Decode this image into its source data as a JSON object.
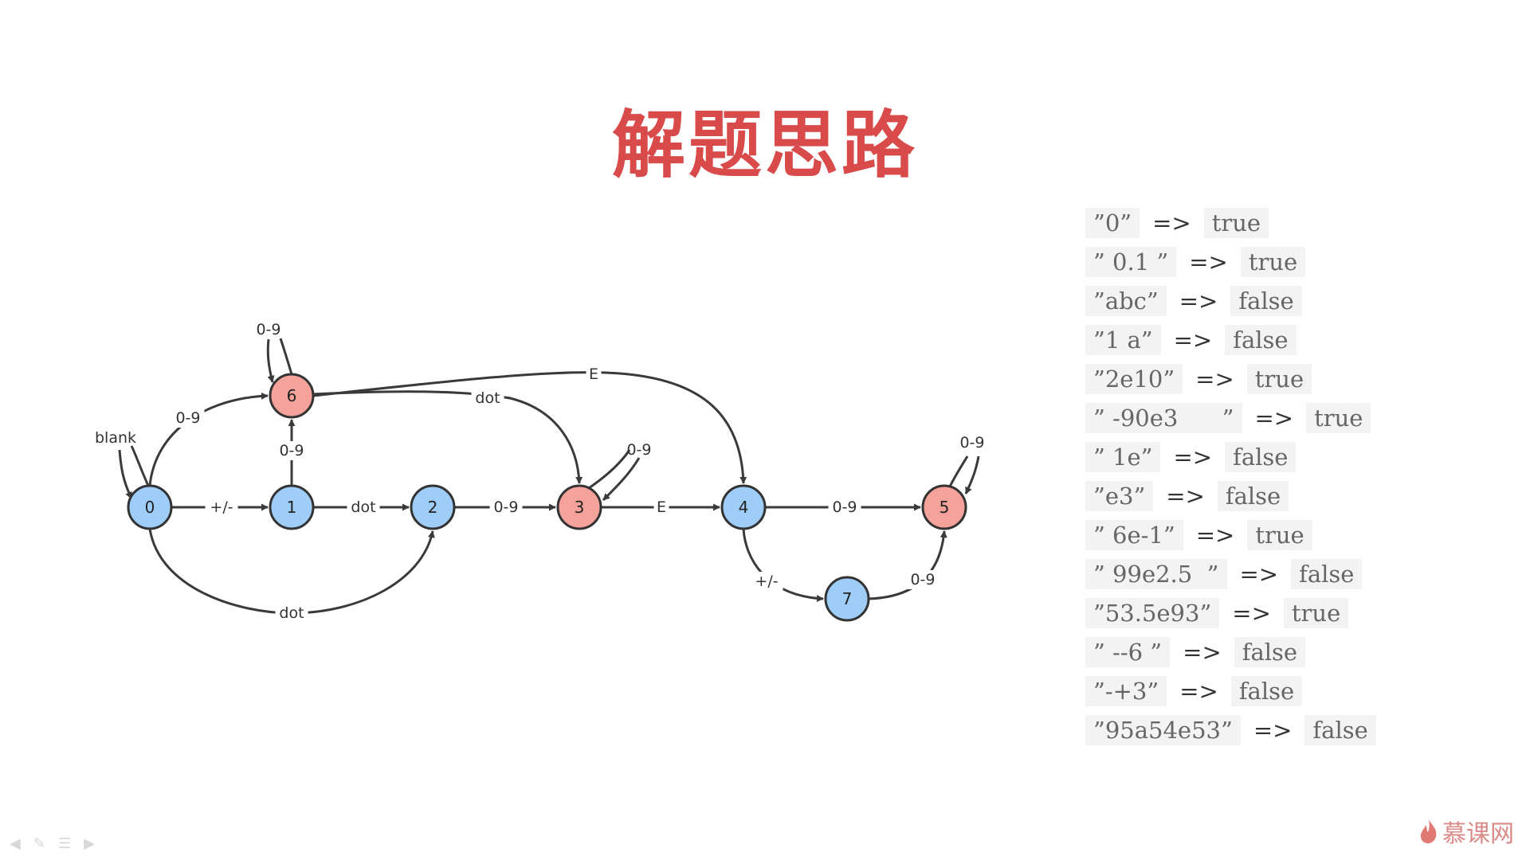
{
  "title": "解题思路",
  "diagram": {
    "nodes": [
      {
        "id": "0",
        "label": "0",
        "accepting": false
      },
      {
        "id": "1",
        "label": "1",
        "accepting": false
      },
      {
        "id": "2",
        "label": "2",
        "accepting": false
      },
      {
        "id": "3",
        "label": "3",
        "accepting": true
      },
      {
        "id": "4",
        "label": "4",
        "accepting": false
      },
      {
        "id": "5",
        "label": "5",
        "accepting": true
      },
      {
        "id": "6",
        "label": "6",
        "accepting": true
      },
      {
        "id": "7",
        "label": "7",
        "accepting": false
      }
    ],
    "edges": [
      {
        "from": "0",
        "to": "0",
        "label": "blank"
      },
      {
        "from": "0",
        "to": "1",
        "label": "+/-"
      },
      {
        "from": "0",
        "to": "6",
        "label": "0-9"
      },
      {
        "from": "0",
        "to": "2",
        "label": "dot"
      },
      {
        "from": "1",
        "to": "6",
        "label": "0-9"
      },
      {
        "from": "1",
        "to": "2",
        "label": "dot"
      },
      {
        "from": "2",
        "to": "3",
        "label": "0-9"
      },
      {
        "from": "6",
        "to": "6",
        "label": "0-9"
      },
      {
        "from": "6",
        "to": "3",
        "label": "dot"
      },
      {
        "from": "6",
        "to": "4",
        "label": "E"
      },
      {
        "from": "3",
        "to": "3",
        "label": "0-9"
      },
      {
        "from": "3",
        "to": "4",
        "label": "E"
      },
      {
        "from": "4",
        "to": "5",
        "label": "0-9"
      },
      {
        "from": "4",
        "to": "7",
        "label": "+/-"
      },
      {
        "from": "7",
        "to": "5",
        "label": "0-9"
      },
      {
        "from": "5",
        "to": "5",
        "label": "0-9"
      }
    ],
    "colors": {
      "state": "#9ecdf7",
      "accepting_state": "#f5a29b",
      "edge": "#3a3a3a"
    }
  },
  "examples": [
    {
      "input": "”0”",
      "result": "true"
    },
    {
      "input": "” 0.1 ”",
      "result": "true"
    },
    {
      "input": "”abc”",
      "result": "false"
    },
    {
      "input": "”1 a”",
      "result": "false"
    },
    {
      "input": "”2e10”",
      "result": "true"
    },
    {
      "input": "” -90e3      ”",
      "result": "true"
    },
    {
      "input": "” 1e”",
      "result": "false"
    },
    {
      "input": "”e3”",
      "result": "false"
    },
    {
      "input": "” 6e-1”",
      "result": "true"
    },
    {
      "input": "” 99e2.5  ”",
      "result": "false"
    },
    {
      "input": "”53.5e93”",
      "result": "true"
    },
    {
      "input": "” --6 ”",
      "result": "false"
    },
    {
      "input": "”-+3”",
      "result": "false"
    },
    {
      "input": "”95a54e53”",
      "result": "false"
    }
  ],
  "arrow_symbol": "=>",
  "brand": {
    "text": "慕课网",
    "icon": "flame-icon"
  }
}
